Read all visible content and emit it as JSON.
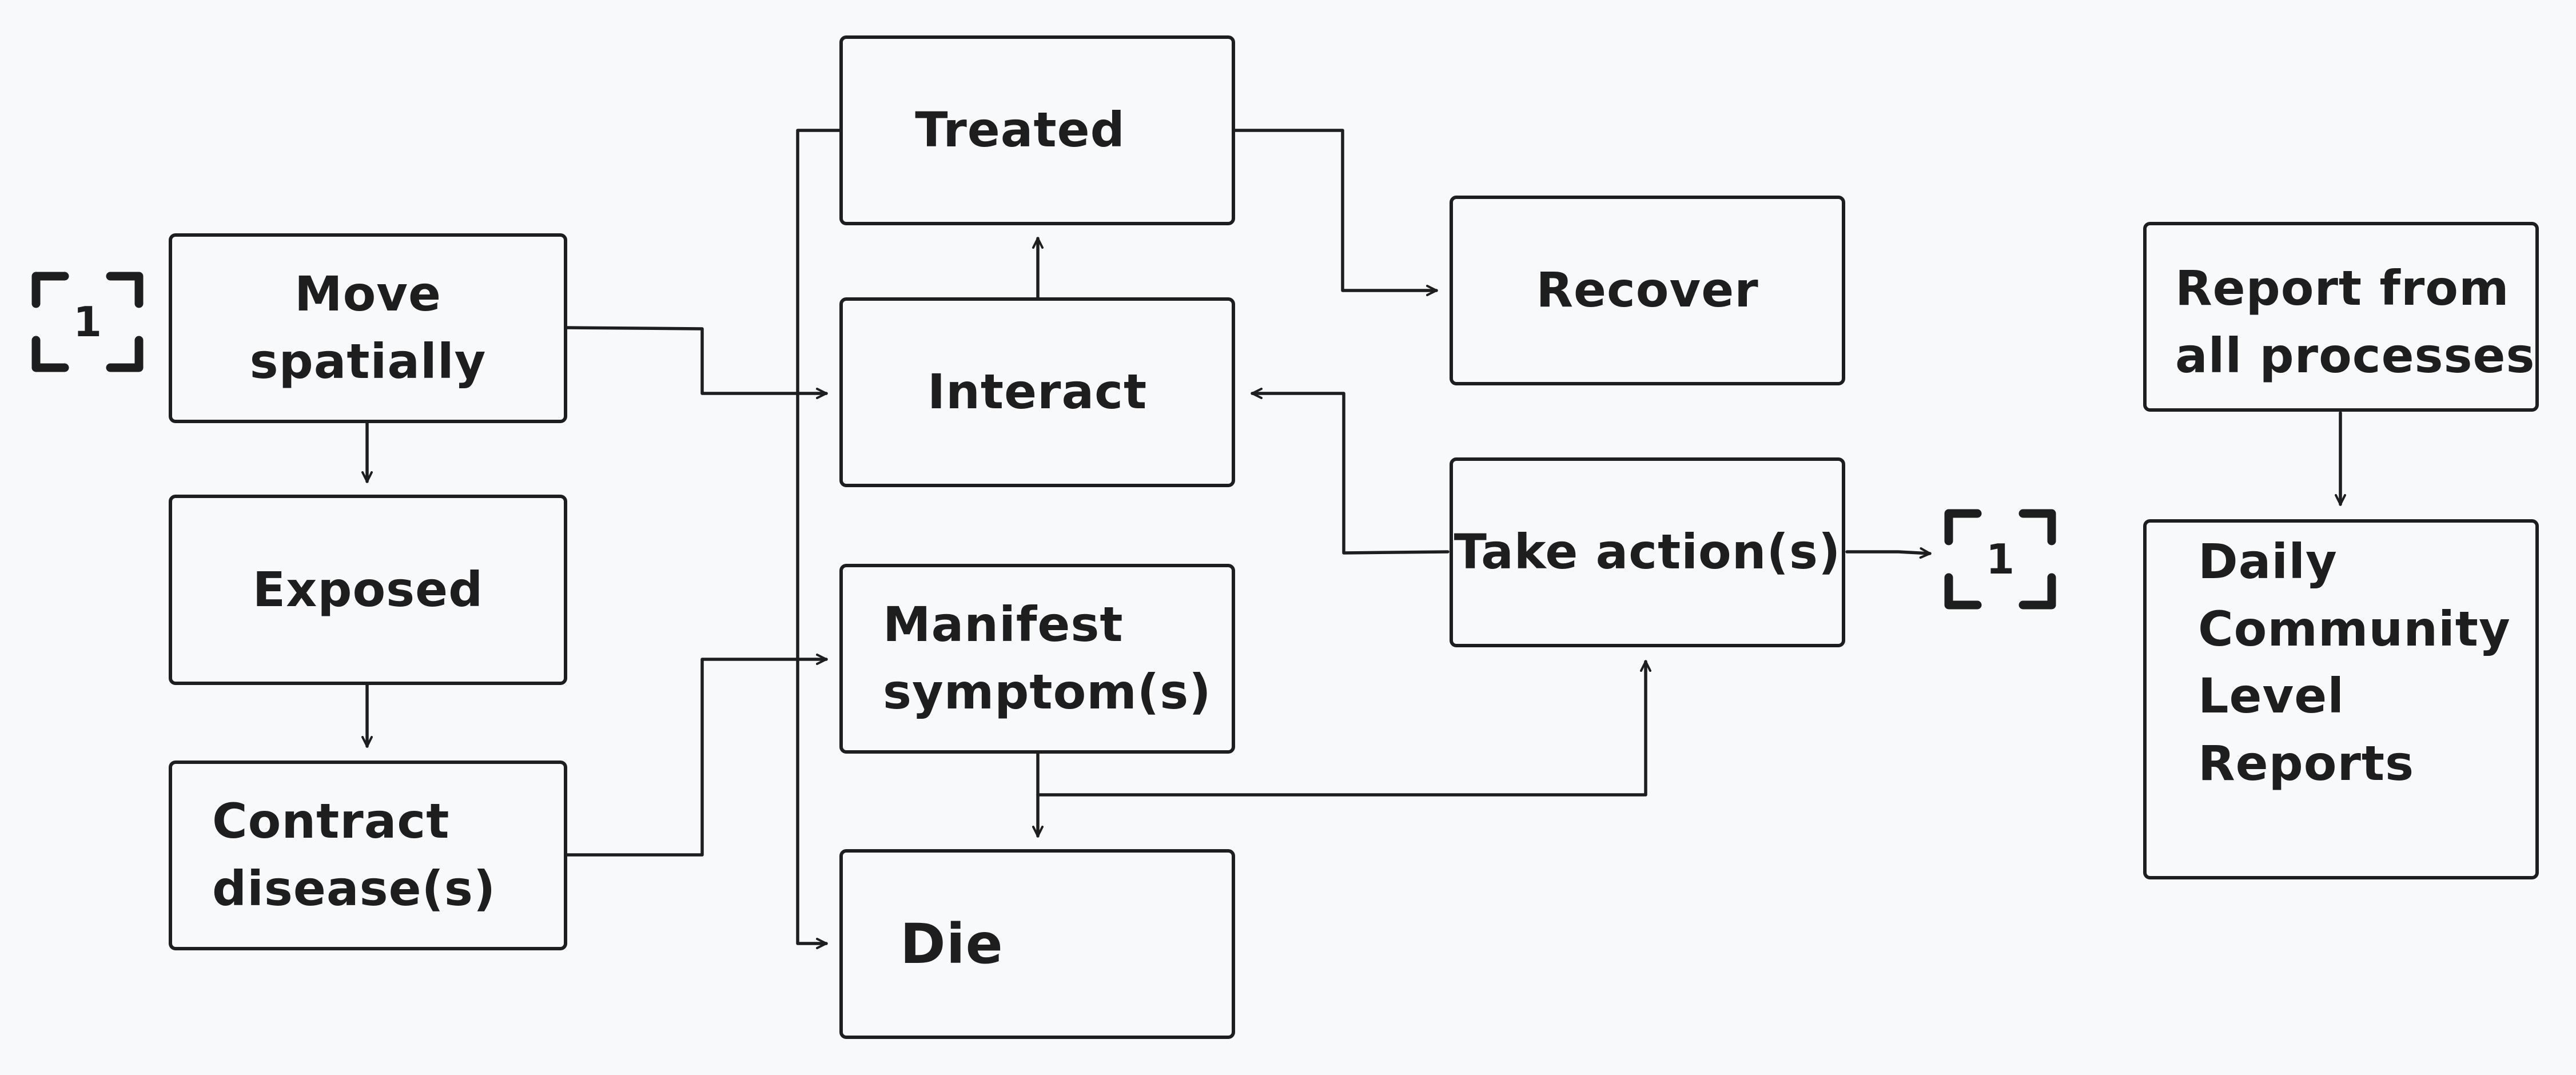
{
  "nodes": {
    "move_spatially": "Move spatially",
    "exposed": "Exposed",
    "contract_disease": "Contract\ndisease(s)",
    "treated": "Treated",
    "interact": "Interact",
    "manifest_symptoms": "Manifest\nsymptom(s)",
    "die": "Die",
    "recover": "Recover",
    "take_action": "Take action(s)",
    "report_all": "Report from\nall processes",
    "daily_reports": "Daily\nCommunity\nLevel\nReports"
  },
  "connectors": {
    "left_ref": "1",
    "right_ref": "1"
  },
  "colors": {
    "background": "#f8f9fb",
    "stroke": "#1e1e1e"
  }
}
